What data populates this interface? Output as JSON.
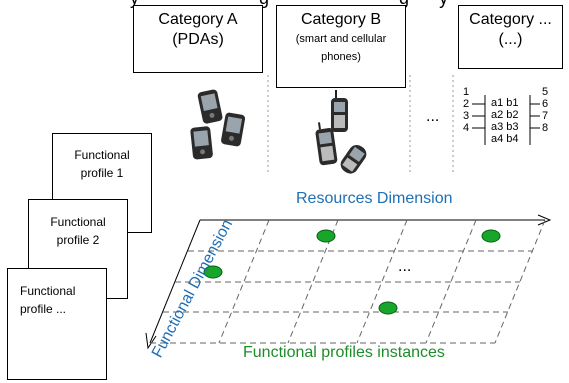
{
  "header_partial": "y                        g                          g      y",
  "categories": [
    {
      "title": "Category A",
      "subtitle": "(PDAs)"
    },
    {
      "title": "Category B",
      "subtitle": "(smart and cellular",
      "subtitle2": "phones)"
    },
    {
      "title": "Category ...",
      "subtitle": "(...)"
    }
  ],
  "ellipsis_top": "...",
  "ellipsis_grid": "...",
  "mapping": {
    "left_numbers": [
      "1",
      "2",
      "3",
      "4"
    ],
    "rows": [
      "a1 b1",
      "a2 b2",
      "a3 b3",
      "a4 b4"
    ],
    "right_numbers": [
      "5",
      "6",
      "7",
      "8"
    ]
  },
  "profiles": [
    {
      "line1": "Functional",
      "line2": "profile 1"
    },
    {
      "line1": "Functional",
      "line2": "profile 2"
    },
    {
      "line1": "Functional",
      "line2": "profile ..."
    }
  ],
  "axes": {
    "resources": "Resources Dimension",
    "functional": "Functional Dimension",
    "instances": "Functional profiles instances"
  },
  "colors": {
    "blue": "#1f6fb5",
    "green": "#1e8c2a",
    "dot_fill": "#17a52a",
    "dot_stroke": "#0b5e17"
  }
}
